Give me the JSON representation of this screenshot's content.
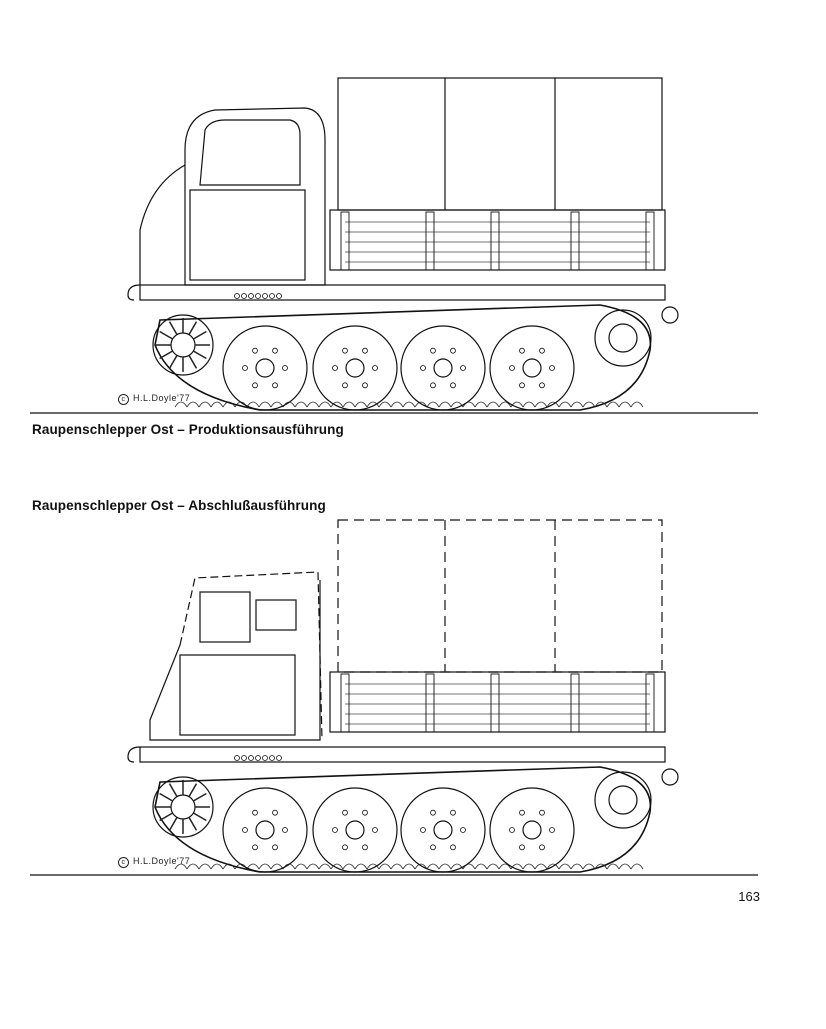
{
  "figures": [
    {
      "caption": "Raupenschlepper Ost – Produktionsausführung",
      "credit": "H.L.Doyle'77",
      "credit_symbol": "c",
      "variant": "production"
    },
    {
      "caption": "Raupenschlepper Ost – Abschlußausführung",
      "credit": "H.L.Doyle'77",
      "credit_symbol": "c",
      "variant": "final"
    }
  ],
  "page_number": "163"
}
